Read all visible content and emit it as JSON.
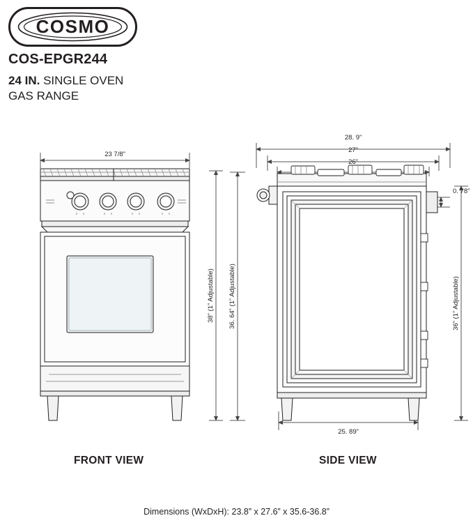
{
  "brand": {
    "logo_text": "COSMO",
    "logo_name": "cosmo-logo"
  },
  "header": {
    "model": "COS-EPGR244",
    "size_bold": "24 IN.",
    "size_rest": " SINGLE OVEN",
    "line2": "GAS RANGE"
  },
  "captions": {
    "front": "FRONT VIEW",
    "side": "SIDE VIEW"
  },
  "footer": {
    "dimensions": "Dimensions (WxDxH): 23.8” x 27.6” x 35.6-36.8”"
  },
  "front_view": {
    "width_label": "23 7/8”",
    "height_label": "38” (1” Adjustable)"
  },
  "side_view": {
    "top_label_1": "28. 9”",
    "top_label_2": "27”",
    "top_label_3": "26”",
    "handle_label": "0. 78”",
    "left_height_label": "36. 64” (1” Adjustable)",
    "right_height_label": "36” (1” Adjustable)",
    "bottom_label": "25. 89”"
  },
  "colors": {
    "line": "#231f20",
    "dim_line": "#555555",
    "text": "#231f20",
    "fill_light": "#f2f2f2",
    "glass": "#e9eef0"
  }
}
